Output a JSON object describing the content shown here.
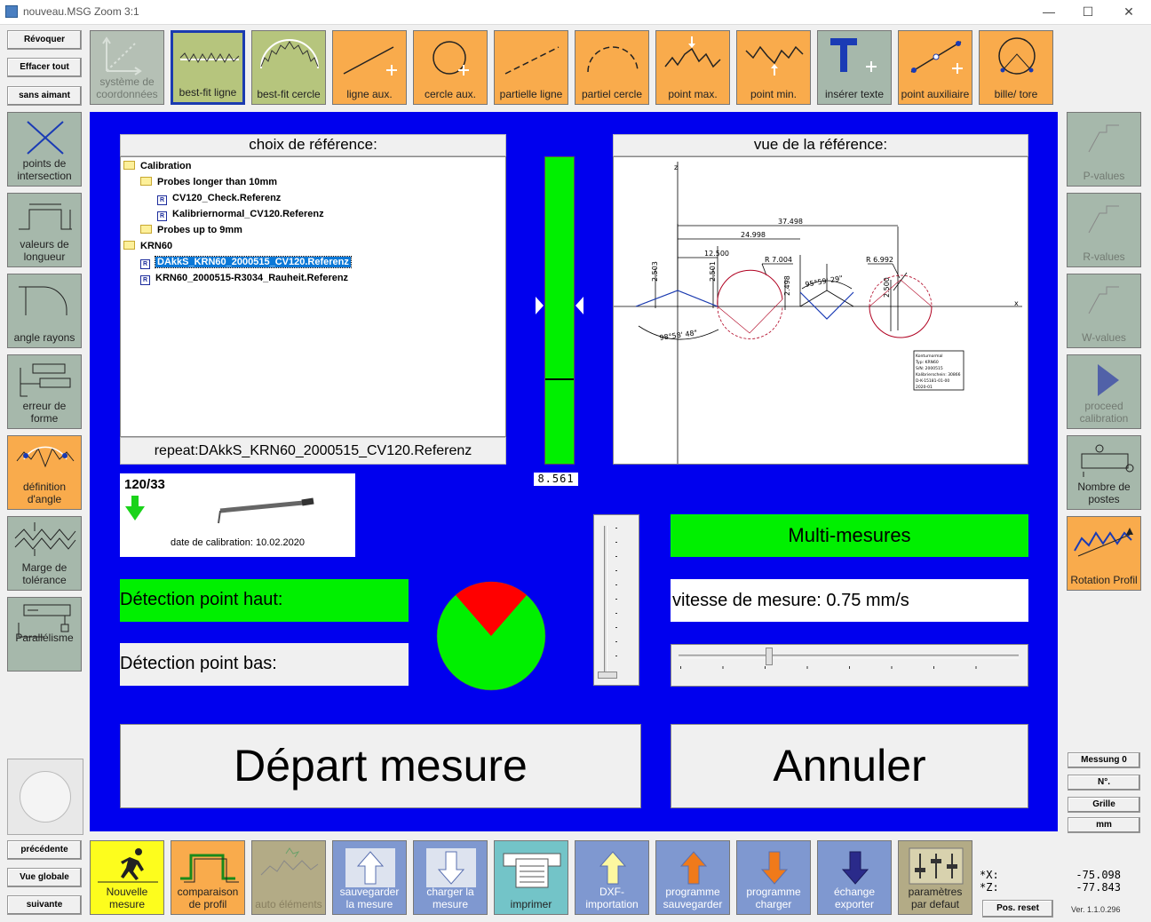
{
  "window": {
    "title": "nouveau.MSG   Zoom 3:1"
  },
  "left_buttons_top": [
    "Révoquer",
    "Effacer tout",
    "sans aimant"
  ],
  "left_buttons_bottom": [
    "précédente",
    "Vue globale",
    "suivante"
  ],
  "toolbar": [
    {
      "id": "systeme",
      "label": "système de coordonnées",
      "color": "gray",
      "icon": "coordinate-system-icon"
    },
    {
      "id": "bestfit-ligne",
      "label": "best-fit ligne",
      "color": "olive",
      "icon": "bestfit-line-icon"
    },
    {
      "id": "bestfit-cercle",
      "label": "best-fit cercle",
      "color": "olive",
      "icon": "bestfit-circle-icon"
    },
    {
      "id": "ligne-aux",
      "label": "ligne aux.",
      "color": "orange",
      "icon": "aux-line-icon"
    },
    {
      "id": "cercle-aux",
      "label": "cercle aux.",
      "color": "orange",
      "icon": "aux-circle-icon"
    },
    {
      "id": "partielle-ligne",
      "label": "partielle ligne",
      "color": "orange",
      "icon": "partial-line-icon"
    },
    {
      "id": "partiel-cercle",
      "label": "partiel cercle",
      "color": "orange",
      "icon": "partial-circle-icon"
    },
    {
      "id": "point-max",
      "label": "point max.",
      "color": "orange",
      "icon": "point-max-icon"
    },
    {
      "id": "point-min",
      "label": "point min.",
      "color": "orange",
      "icon": "point-min-icon"
    },
    {
      "id": "inserer-texte",
      "label": "insérer texte",
      "color": "sage",
      "icon": "insert-text-icon"
    },
    {
      "id": "point-aux",
      "label": "point auxiliaire",
      "color": "orange",
      "icon": "aux-point-icon"
    },
    {
      "id": "bille-tore",
      "label": "bille/ tore",
      "color": "orange",
      "icon": "ball-torus-icon"
    }
  ],
  "left_tools": [
    {
      "label": "points de intersection",
      "color": "sage",
      "icon": "intersection-icon"
    },
    {
      "label": "valeurs de longueur",
      "color": "sage",
      "icon": "length-values-icon"
    },
    {
      "label": "angle rayons",
      "color": "sage",
      "icon": "angle-radius-icon"
    },
    {
      "label": "erreur de forme",
      "color": "sage",
      "icon": "form-error-icon"
    },
    {
      "label": "définition d'angle",
      "color": "orange",
      "icon": "angle-definition-icon"
    },
    {
      "label": "Marge de tolérance",
      "color": "sage",
      "icon": "tolerance-icon"
    },
    {
      "label": "Parallélisme",
      "color": "sage",
      "icon": "parallelism-icon"
    }
  ],
  "right_tools": [
    {
      "label": "P-values",
      "disabled": true,
      "icon": "p-values-icon"
    },
    {
      "label": "R-values",
      "disabled": true,
      "icon": "r-values-icon"
    },
    {
      "label": "W-values",
      "disabled": true,
      "icon": "w-values-icon"
    },
    {
      "label": "proceed calibration",
      "disabled": true,
      "icon": "play-icon"
    },
    {
      "label": "Nombre de postes",
      "disabled": false,
      "icon": "stations-icon"
    },
    {
      "label": "Rotation Profil",
      "disabled": false,
      "icon": "rotation-profile-icon"
    }
  ],
  "right_small_buttons": [
    "Messung 0",
    "N°.",
    "Grille",
    "mm"
  ],
  "bottom_toolbar": [
    {
      "label": "Nouvelle mesure",
      "color": "yellow",
      "icon": "runner-icon"
    },
    {
      "label": "comparaison de profil",
      "color": "orange",
      "icon": "profile-compare-icon"
    },
    {
      "label": "auto éléments",
      "color": "tan-dis",
      "icon": "auto-elements-icon"
    },
    {
      "label": "sauvegarder la mesure",
      "color": "blue",
      "icon": "arrow-up-icon"
    },
    {
      "label": "charger la mesure",
      "color": "blue",
      "icon": "arrow-down-icon"
    },
    {
      "label": "imprimer",
      "color": "teal",
      "icon": "printer-icon"
    },
    {
      "label": "DXF- importation",
      "color": "blue",
      "icon": "dxf-import-icon"
    },
    {
      "label": "programme sauvegarder",
      "color": "blue",
      "icon": "program-save-icon"
    },
    {
      "label": "programme charger",
      "color": "blue",
      "icon": "program-load-icon"
    },
    {
      "label": "échange exporter",
      "color": "blue",
      "icon": "export-icon"
    },
    {
      "label": "paramètres par defaut",
      "color": "tan",
      "icon": "sliders-icon"
    }
  ],
  "main": {
    "reference_header": "choix de référence:",
    "preview_header": "vue de la référence:",
    "tree": [
      {
        "level": 0,
        "type": "folder",
        "text": "Calibration"
      },
      {
        "level": 1,
        "type": "folder",
        "text": "Probes longer than 10mm"
      },
      {
        "level": 2,
        "type": "ref",
        "text": "CV120_Check.Referenz"
      },
      {
        "level": 2,
        "type": "ref",
        "text": "Kalibriernormal_CV120.Referenz"
      },
      {
        "level": 1,
        "type": "folder",
        "text": "Probes up to 9mm"
      },
      {
        "level": 0,
        "type": "folder",
        "text": "KRN60"
      },
      {
        "level": 1,
        "type": "ref",
        "text": "DAkkS_KRN60_2000515_CV120.Referenz",
        "selected": true
      },
      {
        "level": 1,
        "type": "ref",
        "text": "KRN60_2000515-R3034_Rauheit.Referenz"
      }
    ],
    "repeat": "repeat:DAkkS_KRN60_2000515_CV120.Referenz",
    "gauge_value": "8.561",
    "probe": {
      "count": "120/33",
      "calibration_date": "date de calibration: 10.02.2020"
    },
    "detect_high": "Détection point haut:",
    "detect_low": "Détection point bas:",
    "multi": "Multi-mesures",
    "speed": "vitesse de mesure: 0.75 mm/s",
    "start": "Départ mesure",
    "cancel": "Annuler",
    "drawing": {
      "dims": [
        "37.498",
        "24.998",
        "12.500",
        "R 7.004",
        "R 6.992",
        "2.503",
        "2.501",
        "2.498",
        "2.500",
        "98°58' 48\"",
        "95°59' 29\""
      ],
      "axis_x": "x",
      "axis_z": "z",
      "titleblock": [
        "Konturnormal",
        "Typ: KRN60",
        "S/N: 2000515",
        "Kalibrierschein: 30866",
        "D-K-15181-01-00",
        "2020-01"
      ]
    }
  },
  "status": {
    "x_label": "*X:",
    "x_value": "-75.098",
    "z_label": "*Z:",
    "z_value": "-77.843",
    "pos_reset": "Pos. reset",
    "version": "Ver. 1.1.0.296"
  }
}
